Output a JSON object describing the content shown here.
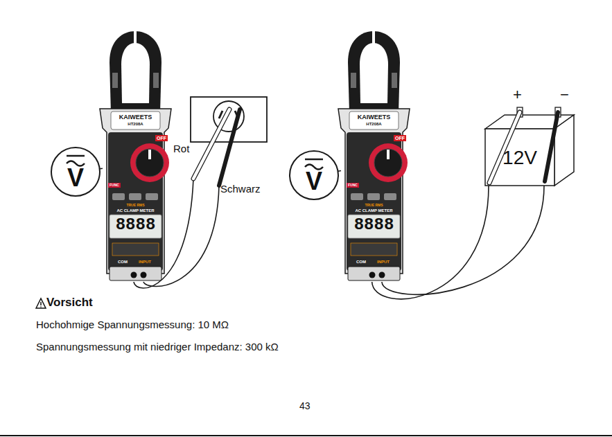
{
  "diagram": {
    "nodes": [
      {
        "text": [
          "V"
        ]
      },
      {
        "text": [
          "KAIWEETS",
          "HT208A",
          "OFF",
          "FUNC",
          "TRUE RMS",
          "AC CLAMP METER",
          "8888",
          "COM",
          "INPUT"
        ]
      },
      {
        "text": [
          "V"
        ]
      },
      {
        "text": [
          "KAIWEETS",
          "HT208A",
          "OFF",
          "FUNC",
          "TRUE RMS",
          "AC CLAMP METER",
          "8888",
          "COM",
          "INPUT"
        ]
      },
      {
        "text": [
          "12V"
        ]
      }
    ],
    "edges": [
      {
        "from": 0,
        "to": 1,
        "arrow": "none"
      },
      {
        "from": 2,
        "to": 3,
        "arrow": "none"
      },
      {
        "from": 3,
        "to": 4,
        "arrow": "none"
      },
      {
        "from": 3,
        "to": 4,
        "arrow": "none"
      }
    ],
    "labels": [
      "Rot",
      "Schwarz",
      "+",
      "−",
      "Vorsicht",
      "Hochohmige Spannungsmessung: 10 MΩ",
      "Spannungsmessung mit niedriger Impedanz: 300 kΩ",
      "43"
    ]
  }
}
